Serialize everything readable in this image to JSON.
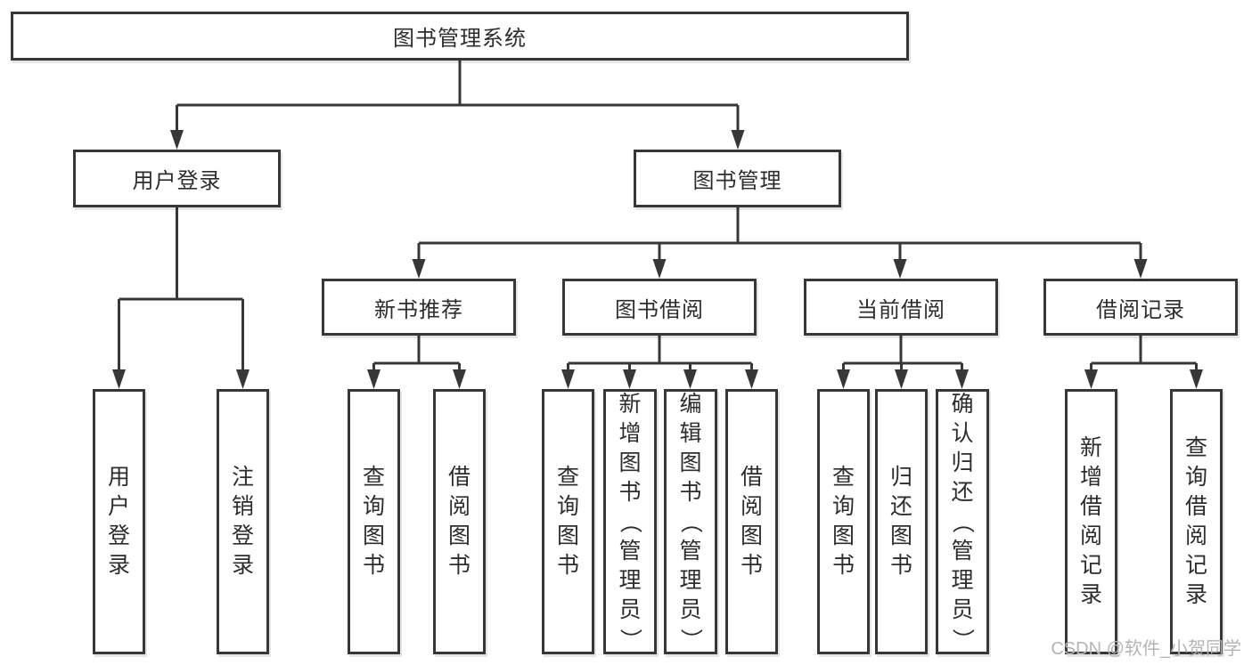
{
  "diagram": {
    "root": {
      "label": "图书管理系统"
    },
    "branches": [
      {
        "label": "用户登录",
        "children": [
          {
            "label": "用户登录"
          },
          {
            "label": "注销登录"
          }
        ]
      },
      {
        "label": "图书管理",
        "children": [
          {
            "label": "新书推荐",
            "children": [
              {
                "label": "查询图书"
              },
              {
                "label": "借阅图书"
              }
            ]
          },
          {
            "label": "图书借阅",
            "children": [
              {
                "label": "查询图书"
              },
              {
                "label": "新增图书（管理员）"
              },
              {
                "label": "编辑图书（管理员）"
              },
              {
                "label": "借阅图书"
              }
            ]
          },
          {
            "label": "当前借阅",
            "children": [
              {
                "label": "查询图书"
              },
              {
                "label": "归还图书"
              },
              {
                "label": "确认归还（管理员）"
              }
            ]
          },
          {
            "label": "借阅记录",
            "children": [
              {
                "label": "新增借阅记录"
              },
              {
                "label": "查询借阅记录"
              }
            ]
          }
        ]
      }
    ],
    "watermark": {
      "text": "CSDN @软件_小贺同学"
    },
    "colors": {
      "line": "#373737",
      "text": "#2d2d2d",
      "watermark": "#b4b4b4",
      "background": "#ffffff"
    }
  }
}
